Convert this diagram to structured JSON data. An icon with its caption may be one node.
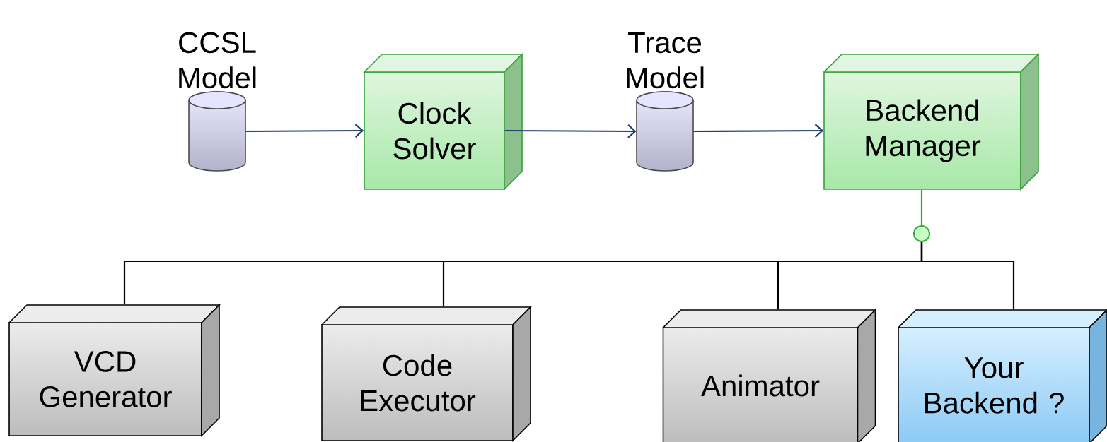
{
  "diagram": {
    "nodes": [
      {
        "text": [
          "CCSL Model"
        ]
      },
      {
        "text": [
          "Clock Solver"
        ]
      },
      {
        "text": [
          "Trace Model"
        ]
      },
      {
        "text": [
          "Backend Manager"
        ]
      },
      {
        "text": [],
        "shape": "circle"
      },
      {
        "text": [
          "VCD Generator"
        ]
      },
      {
        "text": [
          "Code Executor"
        ]
      },
      {
        "text": [
          "Animator"
        ]
      },
      {
        "text": [
          "Your Backend ?"
        ]
      }
    ],
    "edges": [
      {
        "from": 0,
        "to": 1,
        "arrow": "to",
        "color": "#1f3f6e"
      },
      {
        "from": 1,
        "to": 2,
        "arrow": "to",
        "color": "#1f3f6e"
      },
      {
        "from": 2,
        "to": 3,
        "arrow": "to",
        "color": "#1f3f6e"
      },
      {
        "from": 3,
        "to": 4,
        "arrow": "none",
        "color": "#3aa13a"
      },
      {
        "from": 4,
        "to": 5,
        "arrow": "none"
      },
      {
        "from": 4,
        "to": 6,
        "arrow": "none"
      },
      {
        "from": 4,
        "to": 7,
        "arrow": "none"
      },
      {
        "from": 4,
        "to": 8,
        "arrow": "none"
      }
    ]
  }
}
